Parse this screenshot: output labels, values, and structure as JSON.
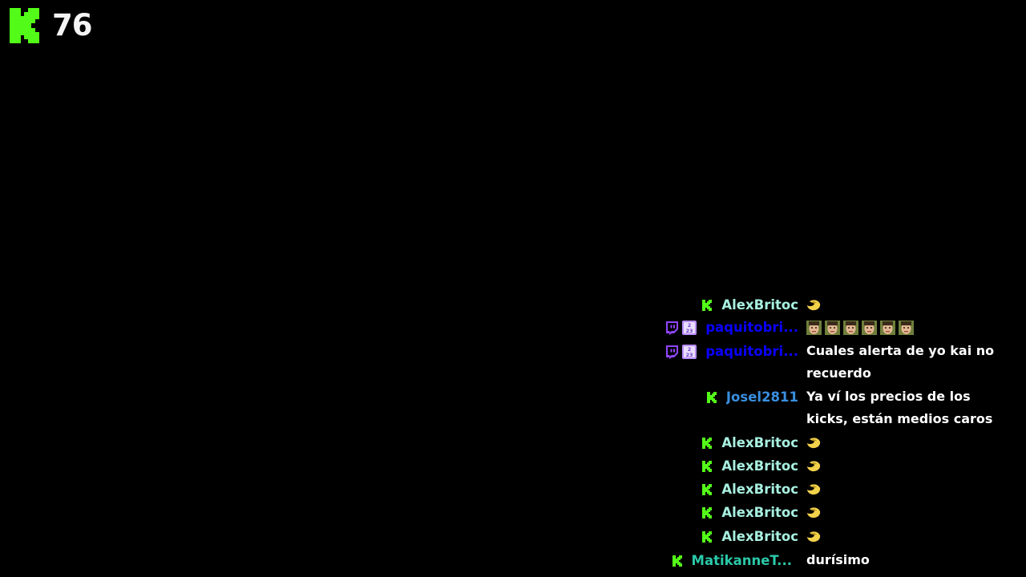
{
  "counter": {
    "icon": "kick-logo-icon",
    "value": "76",
    "color": "#53fc18"
  },
  "colors": {
    "kick_green": "#53fc18",
    "twitch_purple": "#9146ff",
    "alex": "#a8f0e0",
    "paquito": "#0a00ff",
    "josel": "#3a8fe0",
    "matikanne": "#2ac8a8",
    "text": "#ffffff"
  },
  "chat": {
    "messages": [
      {
        "platform": "kick",
        "user": "AlexBritoc",
        "user_color": "#a8f0e0",
        "text": "",
        "emotes": [
          "moon-emote"
        ]
      },
      {
        "platform": "twitch",
        "badges": [
          "twitch-icon",
          "subscriber-badge-icon"
        ],
        "user": "paquitobri...",
        "user_color": "#0a00ff",
        "text": "",
        "emotes": [
          "face-emote",
          "face-emote",
          "face-emote",
          "face-emote",
          "face-emote",
          "face-emote"
        ]
      },
      {
        "platform": "twitch",
        "badges": [
          "twitch-icon",
          "subscriber-badge-icon"
        ],
        "user": "paquitobri...",
        "user_color": "#0a00ff",
        "text": "Cuales alerta de yo kai no recuerdo"
      },
      {
        "platform": "kick",
        "user": "Josel2811",
        "user_color": "#3a8fe0",
        "text": "Ya ví los precios de los kicks, están medios caros"
      },
      {
        "platform": "kick",
        "user": "AlexBritoc",
        "user_color": "#a8f0e0",
        "text": "",
        "emotes": [
          "moon-emote"
        ]
      },
      {
        "platform": "kick",
        "user": "AlexBritoc",
        "user_color": "#a8f0e0",
        "text": "",
        "emotes": [
          "moon-emote"
        ]
      },
      {
        "platform": "kick",
        "user": "AlexBritoc",
        "user_color": "#a8f0e0",
        "text": "",
        "emotes": [
          "moon-emote"
        ]
      },
      {
        "platform": "kick",
        "user": "AlexBritoc",
        "user_color": "#a8f0e0",
        "text": "",
        "emotes": [
          "moon-emote"
        ]
      },
      {
        "platform": "kick",
        "user": "AlexBritoc",
        "user_color": "#a8f0e0",
        "text": "",
        "emotes": [
          "moon-emote"
        ]
      },
      {
        "platform": "kick",
        "user": "MatikanneT...",
        "user_color": "#2ac8a8",
        "text": "durísimo"
      }
    ]
  }
}
